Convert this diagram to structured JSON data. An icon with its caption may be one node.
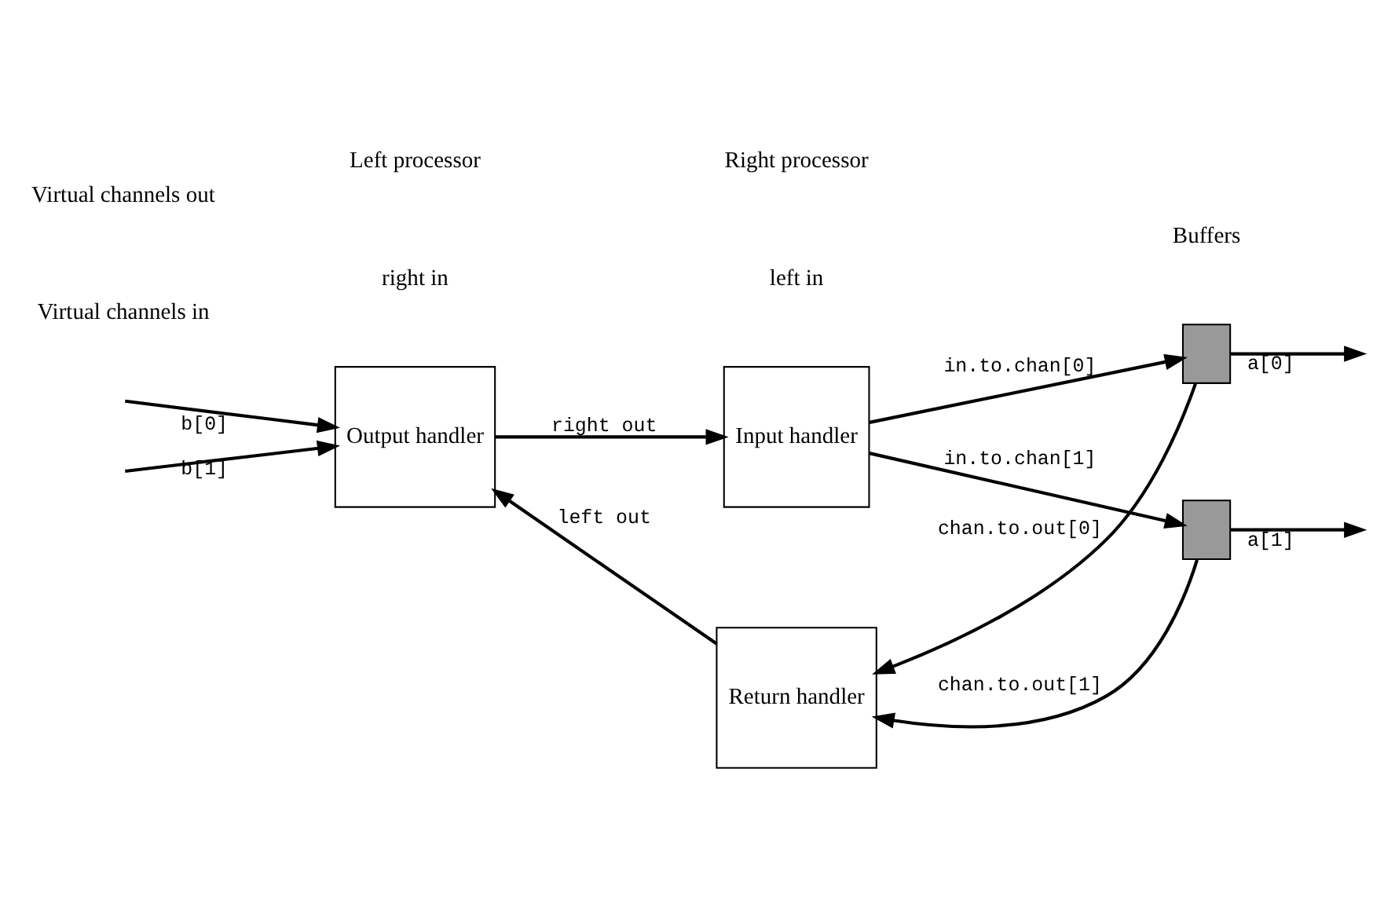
{
  "diagram": {
    "nodes": [
      {
        "text": [
          "Output handler"
        ]
      },
      {
        "text": [
          "Input handler"
        ]
      },
      {
        "text": [
          "Return handler"
        ]
      },
      {
        "text": [],
        "shape": "box"
      },
      {
        "text": [],
        "shape": "box"
      }
    ],
    "edges": [
      {
        "from": null,
        "to": 0,
        "arrow": "to",
        "label": "b[0]"
      },
      {
        "from": null,
        "to": 0,
        "arrow": "to",
        "label": "b[1]"
      },
      {
        "from": 0,
        "to": 1,
        "arrow": "to",
        "label": "right out"
      },
      {
        "from": 1,
        "to": 3,
        "arrow": "to",
        "label": "in.to.chan[0]"
      },
      {
        "from": 1,
        "to": 4,
        "arrow": "to",
        "label": "in.to.chan[1]"
      },
      {
        "from": 3,
        "to": null,
        "arrow": "to",
        "label": "a[0]"
      },
      {
        "from": 4,
        "to": null,
        "arrow": "to",
        "label": "a[1]"
      },
      {
        "from": 3,
        "to": 2,
        "arrow": "to",
        "label": "chan.to.out[0]"
      },
      {
        "from": 4,
        "to": 2,
        "arrow": "to",
        "label": "chan.to.out[1]"
      },
      {
        "from": 2,
        "to": 0,
        "arrow": "to",
        "label": "left out"
      }
    ],
    "labels": [
      "Buffers",
      "Virtual channels in",
      "left in",
      "Virtual channels out",
      "right in",
      "Left processor",
      "Right processor"
    ]
  }
}
